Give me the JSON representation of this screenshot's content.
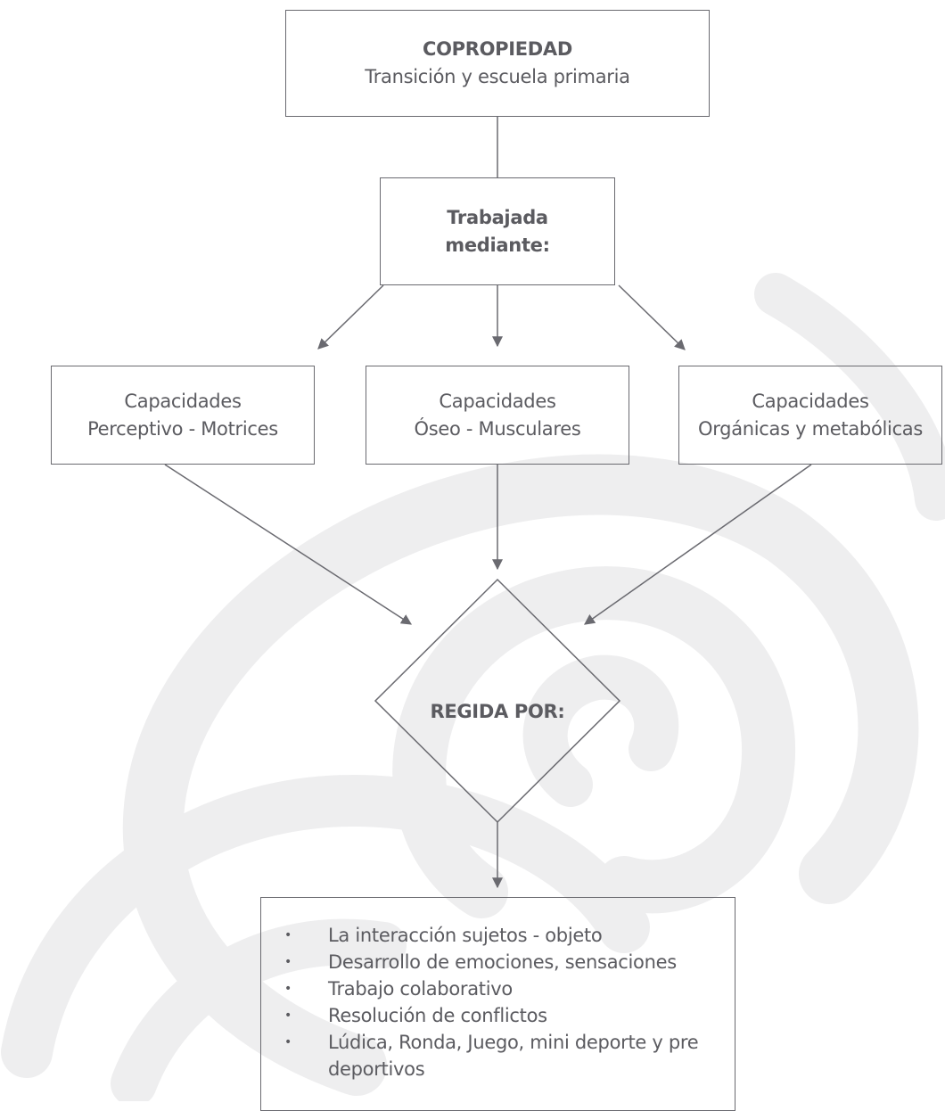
{
  "top_box": {
    "title": "COPROPIEDAD",
    "subtitle": "Transición y escuela primaria"
  },
  "middle_box": {
    "line1": "Trabajada",
    "line2": "mediante:"
  },
  "capacity_boxes": [
    {
      "line1": "Capacidades",
      "line2": "Perceptivo - Motrices"
    },
    {
      "line1": "Capacidades",
      "line2": "Óseo - Musculares"
    },
    {
      "line1": "Capacidades",
      "line2": "Orgánicas y metabólicas"
    }
  ],
  "decision": {
    "label": "REGIDA POR:"
  },
  "principles": {
    "bullet": "•",
    "items": [
      "La interacción sujetos - objeto",
      "Desarrollo de emociones, sensaciones",
      "Trabajo colaborativo",
      "Resolución de conflictos",
      "Lúdica, Ronda, Juego, mini deporte y pre deportivos"
    ]
  },
  "colors": {
    "stroke": "#6a6a70",
    "text": "#5b5b60",
    "watermark": "#eeeeef"
  }
}
